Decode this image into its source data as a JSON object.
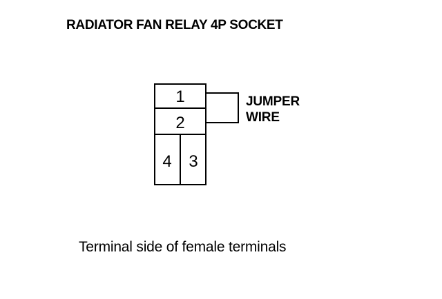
{
  "title": "RADIATOR FAN RELAY 4P SOCKET",
  "terminals": {
    "t1": "1",
    "t2": "2",
    "t3": "3",
    "t4": "4"
  },
  "jumper": {
    "line1": "JUMPER",
    "line2": "WIRE"
  },
  "caption": "Terminal side of female terminals",
  "colors": {
    "ink": "#000000",
    "background": "#ffffff"
  }
}
